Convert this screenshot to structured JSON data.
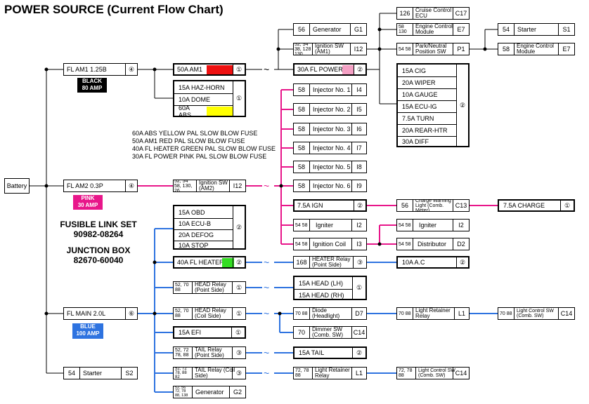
{
  "title": "POWER SOURCE (Current Flow Chart)",
  "battery": "Battery",
  "links": {
    "am1": {
      "label": "FL AM1 1.25B",
      "num": "④",
      "badge1": "BLACK",
      "badge2": "80 AMP"
    },
    "am2": {
      "label": "FL AM2 0.3P",
      "num": "④",
      "badge1": "PINK",
      "badge2": "30 AMP"
    },
    "main": {
      "label": "FL MAIN 2.0L",
      "num": "⑥",
      "badge1": "BLUE",
      "badge2": "100 AMP"
    },
    "starter": {
      "pin": "54",
      "label": "Starter",
      "code": "S2"
    }
  },
  "fuses": {
    "am1": "50A AM1",
    "fl_power": "30A FL POWER",
    "fl_heater": "40A FL HEATER",
    "igc": "7.5A IGN",
    "charge": "7.5A CHARGE",
    "ac": "10A A.C",
    "efi": "15A EFI",
    "tail": "15A TAIL",
    "head_lh": "15A HEAD (LH)",
    "head_rh": "15A HEAD (RH)"
  },
  "circ": {
    "c1": "①",
    "c2": "②",
    "c3": "③"
  },
  "jb1": [
    "15A HAZ-HORN",
    "10A DOME",
    "60A ABS"
  ],
  "jb2": [
    "15A OBD",
    "10A ECU-B",
    "20A DEFOG",
    "10A STOP"
  ],
  "jb3": [
    "15A CIG",
    "20A WIPER",
    "10A GAUGE",
    "15A ECU-IG",
    "7.5A TURN",
    "20A REAR-HTR",
    "30A DIFF"
  ],
  "notes": [
    "60A ABS YELLOW PAL SLOW BLOW FUSE",
    "50A AM1 RED PAL SLOW BLOW FUSE",
    "40A FL HEATER GREEN PAL SLOW BLOW FUSE",
    "30A FL POWER PINK PAL SLOW BLOW FUSE"
  ],
  "fusible": [
    "FUSIBLE LINK SET",
    "90982-08264"
  ],
  "junction": [
    "JUNCTION BOX",
    "82670-60040"
  ],
  "comp": {
    "generator_top": {
      "pin": "56",
      "name": "Generator",
      "code": "G1"
    },
    "ignsw1": {
      "pin": "52, 54 38, 128 130",
      "name": "Ignition SW (AM1)",
      "code": "I12"
    },
    "ignsw2": {
      "pin": "52, 54 58, 130, 26",
      "name": "Ignition SW (AM2)",
      "code": "I12"
    },
    "cruise": {
      "pin": "126",
      "name": "Cruise Control ECU",
      "code": "C17"
    },
    "ecm1": {
      "pin": "58 130",
      "name": "Engine Control Module",
      "code": "E7"
    },
    "park": {
      "pin": "54 58",
      "name": "Park/Neutral Position SW",
      "code": "P1"
    },
    "starter_r": {
      "pin": "54",
      "name": "Starter",
      "code": "S1"
    },
    "ecm2": {
      "pin": "58",
      "name": "Engine Control Module",
      "code": "E7"
    },
    "inj": [
      {
        "pin": "58",
        "name": "Injector No. 1",
        "code": "I4"
      },
      {
        "pin": "58",
        "name": "Injector No. 2",
        "code": "I5"
      },
      {
        "pin": "58",
        "name": "Injector No. 3",
        "code": "I6"
      },
      {
        "pin": "58",
        "name": "Injector No. 4",
        "code": "I7"
      },
      {
        "pin": "58",
        "name": "Injector No. 5",
        "code": "I8"
      },
      {
        "pin": "58",
        "name": "Injector No. 6",
        "code": "I9"
      }
    ],
    "chg": {
      "pin": "56",
      "name": "Charge Warning Light (Comb. Meter)",
      "code": "C13"
    },
    "igniter1": {
      "pin": "54 58",
      "name": "Igniter",
      "code": "I2"
    },
    "igncoil": {
      "pin": "54 58",
      "name": "Ignition Coil",
      "code": "I3"
    },
    "igniter2": {
      "pin": "54 58",
      "name": "Igniter",
      "code": "I2"
    },
    "dist": {
      "pin": "54 58",
      "name": "Distributor",
      "code": "D2"
    },
    "heater_relay": {
      "pin": "168",
      "name": "HEATER Relay (Point Side)"
    },
    "head_relay_p": {
      "pin": "52, 70 88",
      "name": "HEAD Relay (Point Side)"
    },
    "head_relay_c": {
      "pin": "52, 70 88",
      "name": "HEAD Relay (Coil Side)"
    },
    "diode": {
      "pin": "70 88",
      "name": "Diode (Headlight)",
      "code": "D7"
    },
    "dimmer": {
      "pin": "70",
      "name": "Dimmer SW (Comb. SW)",
      "code": "C14"
    },
    "lrr1": {
      "pin": "70 88",
      "name": "Light Retainer Relay",
      "code": "L1"
    },
    "lcsw1": {
      "pin": "70 88",
      "name": "Light Control SW (Comb. SW)",
      "code": "C14"
    },
    "tail_p": {
      "pin": "52, 72 78, 88",
      "name": "TAIL Relay (Point Side)"
    },
    "tail_c": {
      "pin": "52, 72 78, 88 82",
      "name": "TAIL Relay (Coil Side)"
    },
    "lrr2": {
      "pin": "72, 78 88",
      "name": "Light Retainer Relay",
      "code": "L1"
    },
    "lcsw2": {
      "pin": "72, 78 88",
      "name": "Light Control SW (Comb. SW)",
      "code": "C14"
    },
    "gen2": {
      "pin": "52, 56 72, 78 88, 138",
      "name": "Generator",
      "code": "G2"
    }
  },
  "colors": {
    "black": "#000000",
    "pink": "#e8168a",
    "blue": "#2e73e0",
    "red": "#ee1111",
    "yellow": "#ffff00",
    "green": "#33dd22",
    "lightpink": "#f4a0c4"
  }
}
